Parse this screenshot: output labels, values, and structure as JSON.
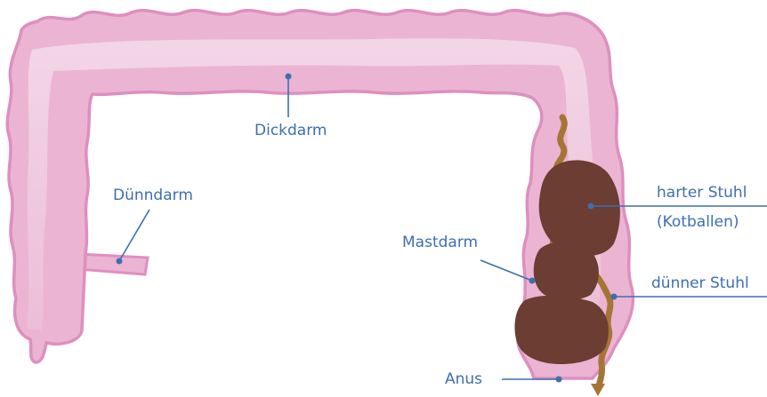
{
  "labels": {
    "dickdarm": "Dickdarm",
    "duenndarm": "Dünndarm",
    "mastdarm": "Mastdarm",
    "harter_stuhl_1": "harter Stuhl",
    "harter_stuhl_2": "(Kotballen)",
    "duenner_stuhl": "dünner Stuhl",
    "anus": "Anus"
  },
  "colors": {
    "intestine_edge": "#de8fbf",
    "intestine_fill": "#ebb4d3",
    "intestine_inner": "#f2d2e4",
    "hard_stool": "#6b3d33",
    "thin_stool": "#a57535",
    "label": "#3d6fb0"
  }
}
